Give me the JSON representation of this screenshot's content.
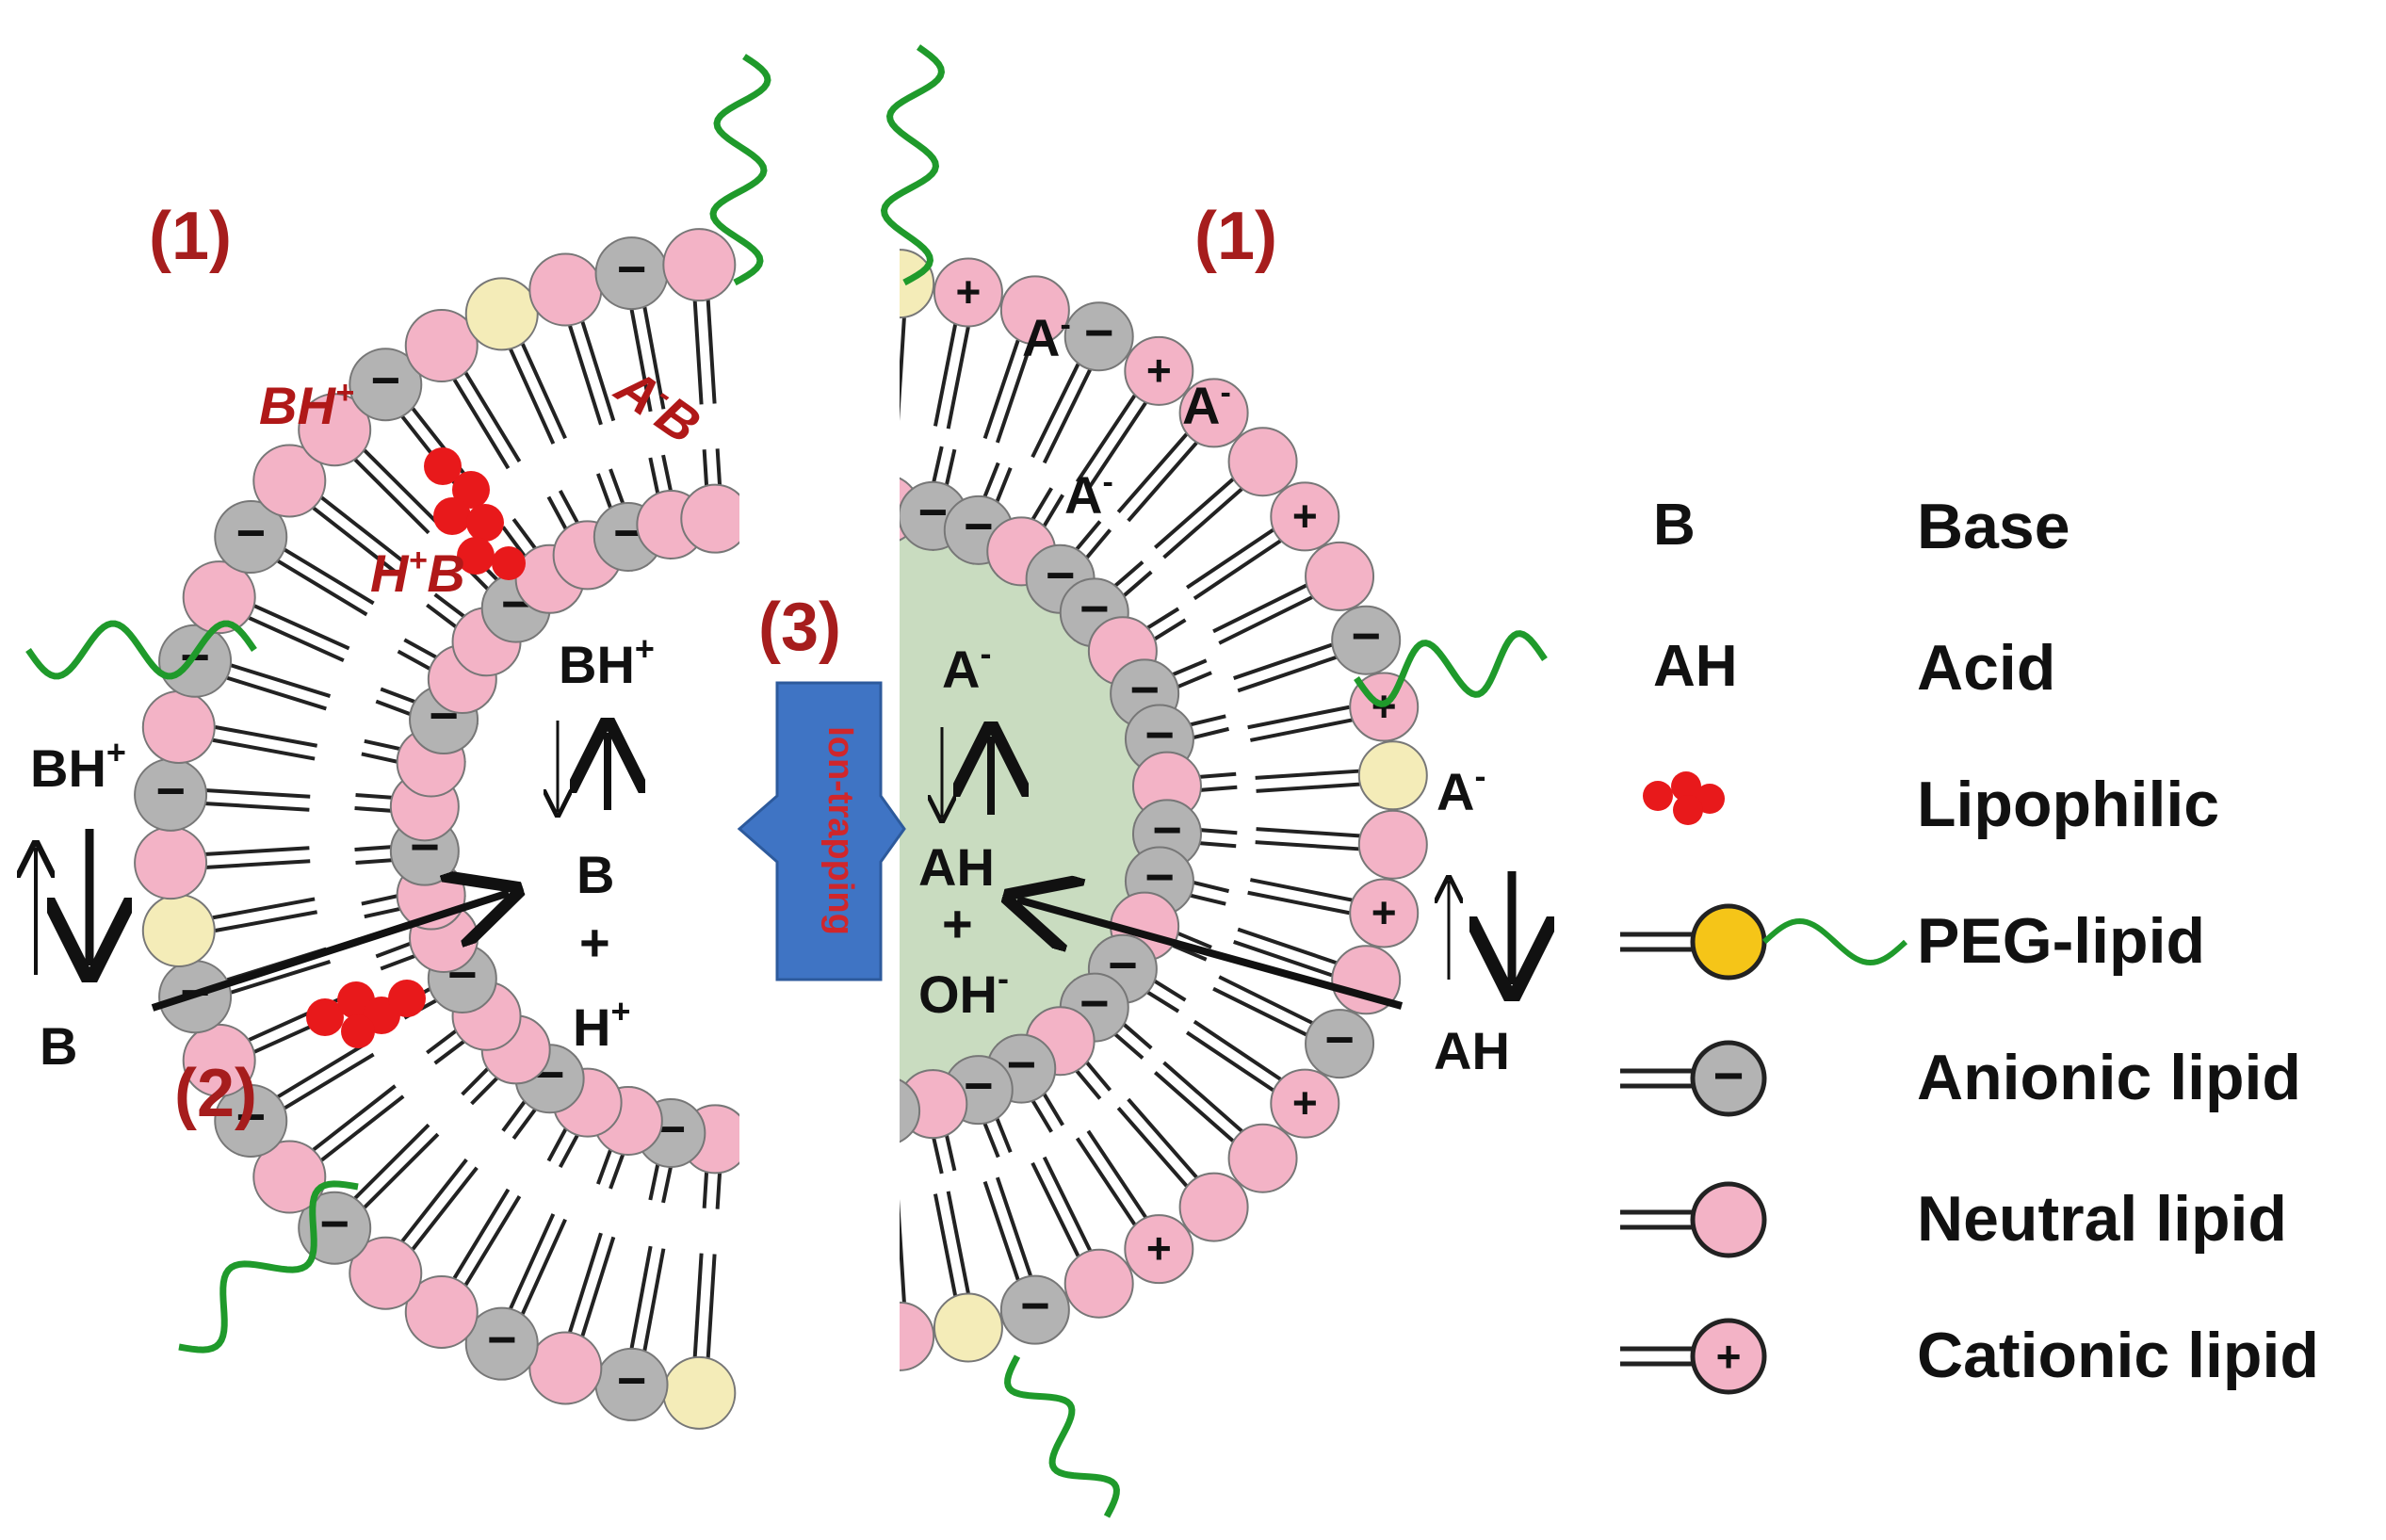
{
  "colors": {
    "neutral": "#f3b3c6",
    "anionic": "#b3b3b3",
    "cationic": "#f3b3c6",
    "peg_head": "#f4ecb8",
    "peg_legend": "#f5c518",
    "peg_chain": "#1f9a2b",
    "lipophilic": "#e8191b",
    "core_right": "#c9dcc0",
    "step_label": "#a61d1d",
    "ion_trap_box": "#3f74c4",
    "ion_trap_text": "#d0262b"
  },
  "step_labels": {
    "left_top": "(1)",
    "right_top": "(1)",
    "left_bottom": "(2)",
    "middle": "(3)"
  },
  "ion_trapping_label": "Ion-trapping",
  "left": {
    "outside_top": "BH",
    "outside_top_sup": "+",
    "outside_bottom": "B",
    "inside_top": "BH",
    "inside_top_sup": "+",
    "inside_b": "B",
    "inside_plus": "+",
    "inside_h": "H",
    "inside_h_sup": "+",
    "membrane_bh": "BH",
    "membrane_bh_sup": "+",
    "membrane_hb": "H",
    "membrane_hb_sup": "+",
    "membrane_hb_tail": "B",
    "membrane_ab": "A",
    "membrane_ab_sup": "-",
    "membrane_ab_tail": "B"
  },
  "right": {
    "outside_top": "A",
    "outside_top_sup": "-",
    "outside_bottom": "AH",
    "inside_top": "A",
    "inside_top_sup": "-",
    "inside_ah": "AH",
    "inside_plus": "+",
    "inside_oh": "OH",
    "inside_oh_sup": "-",
    "membrane_a1": "A",
    "membrane_a1_sup": "-",
    "membrane_a2": "A",
    "membrane_a2_sup": "-",
    "membrane_a3": "A",
    "membrane_a3_sup": "-"
  },
  "legend": [
    {
      "symbol": "B",
      "label": "Base"
    },
    {
      "symbol": "AH",
      "label": "Acid"
    },
    {
      "symbol": "lipophilic-dots",
      "label": "Lipophilic"
    },
    {
      "symbol": "peg-lipid",
      "label": "PEG-lipid"
    },
    {
      "symbol": "anionic-lipid",
      "label": "Anionic lipid"
    },
    {
      "symbol": "neutral-lipid",
      "label": "Neutral lipid"
    },
    {
      "symbol": "cationic-lipid",
      "label": "Cationic lipid"
    }
  ],
  "charge_minus": "−",
  "charge_plus": "+"
}
